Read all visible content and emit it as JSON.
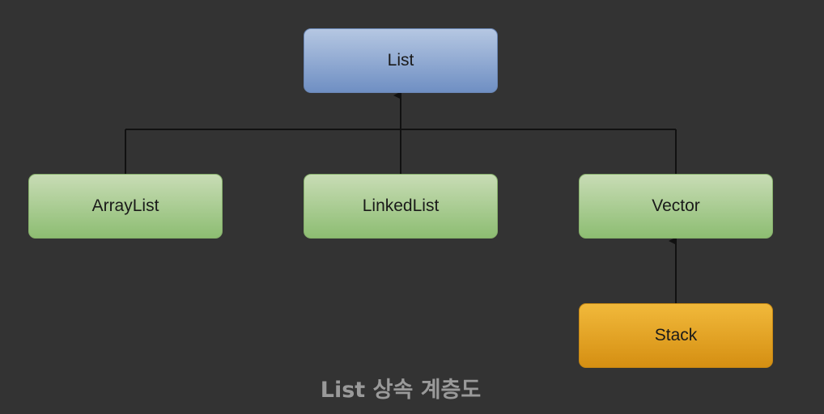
{
  "nodes": {
    "list": "List",
    "arraylist": "ArrayList",
    "linkedlist": "LinkedList",
    "vector": "Vector",
    "stack": "Stack"
  },
  "caption": "List 상속 계층도",
  "colors": {
    "background": "#333333",
    "interface_node": "#8aa5d0",
    "class_node": "#a6cc8f",
    "subclass_node": "#e5a322",
    "connector": "#111111",
    "caption_text": "#9a9a9a"
  }
}
